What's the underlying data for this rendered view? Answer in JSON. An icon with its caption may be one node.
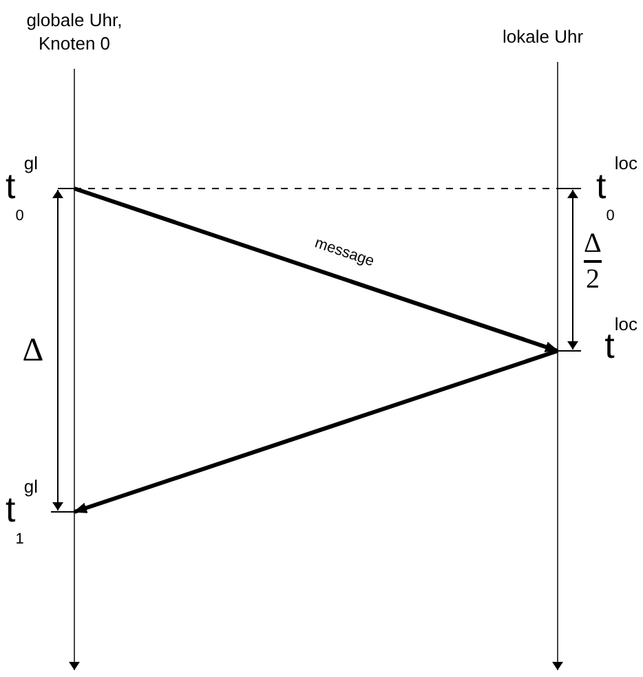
{
  "diagram": {
    "nodes": [
      {
        "text": [
          "t$_{0}$$^{gl}$"
        ]
      },
      {
        "text": [
          "t$_{0}$$^{loc}$"
        ]
      },
      {
        "text": [
          "t$^{loc}$"
        ]
      },
      {
        "text": [
          "t$_{1}$$^{gl}$"
        ]
      }
    ],
    "edges": [
      {
        "from": 0,
        "to": 1,
        "arrow": "none",
        "style": "dashed"
      },
      {
        "from": 0,
        "to": 2,
        "arrow": "to",
        "label": "message",
        "style": "thick"
      },
      {
        "from": 2,
        "to": 3,
        "arrow": "to",
        "style": "thick"
      },
      {
        "from": 0,
        "to": 3,
        "arrow": "both",
        "label": "Δ"
      },
      {
        "from": 1,
        "to": 2,
        "arrow": "both"
      }
    ],
    "labels": [
      "globale Uhr, Knoten 0",
      "lokale Uhr",
      "Δ",
      "2"
    ]
  }
}
